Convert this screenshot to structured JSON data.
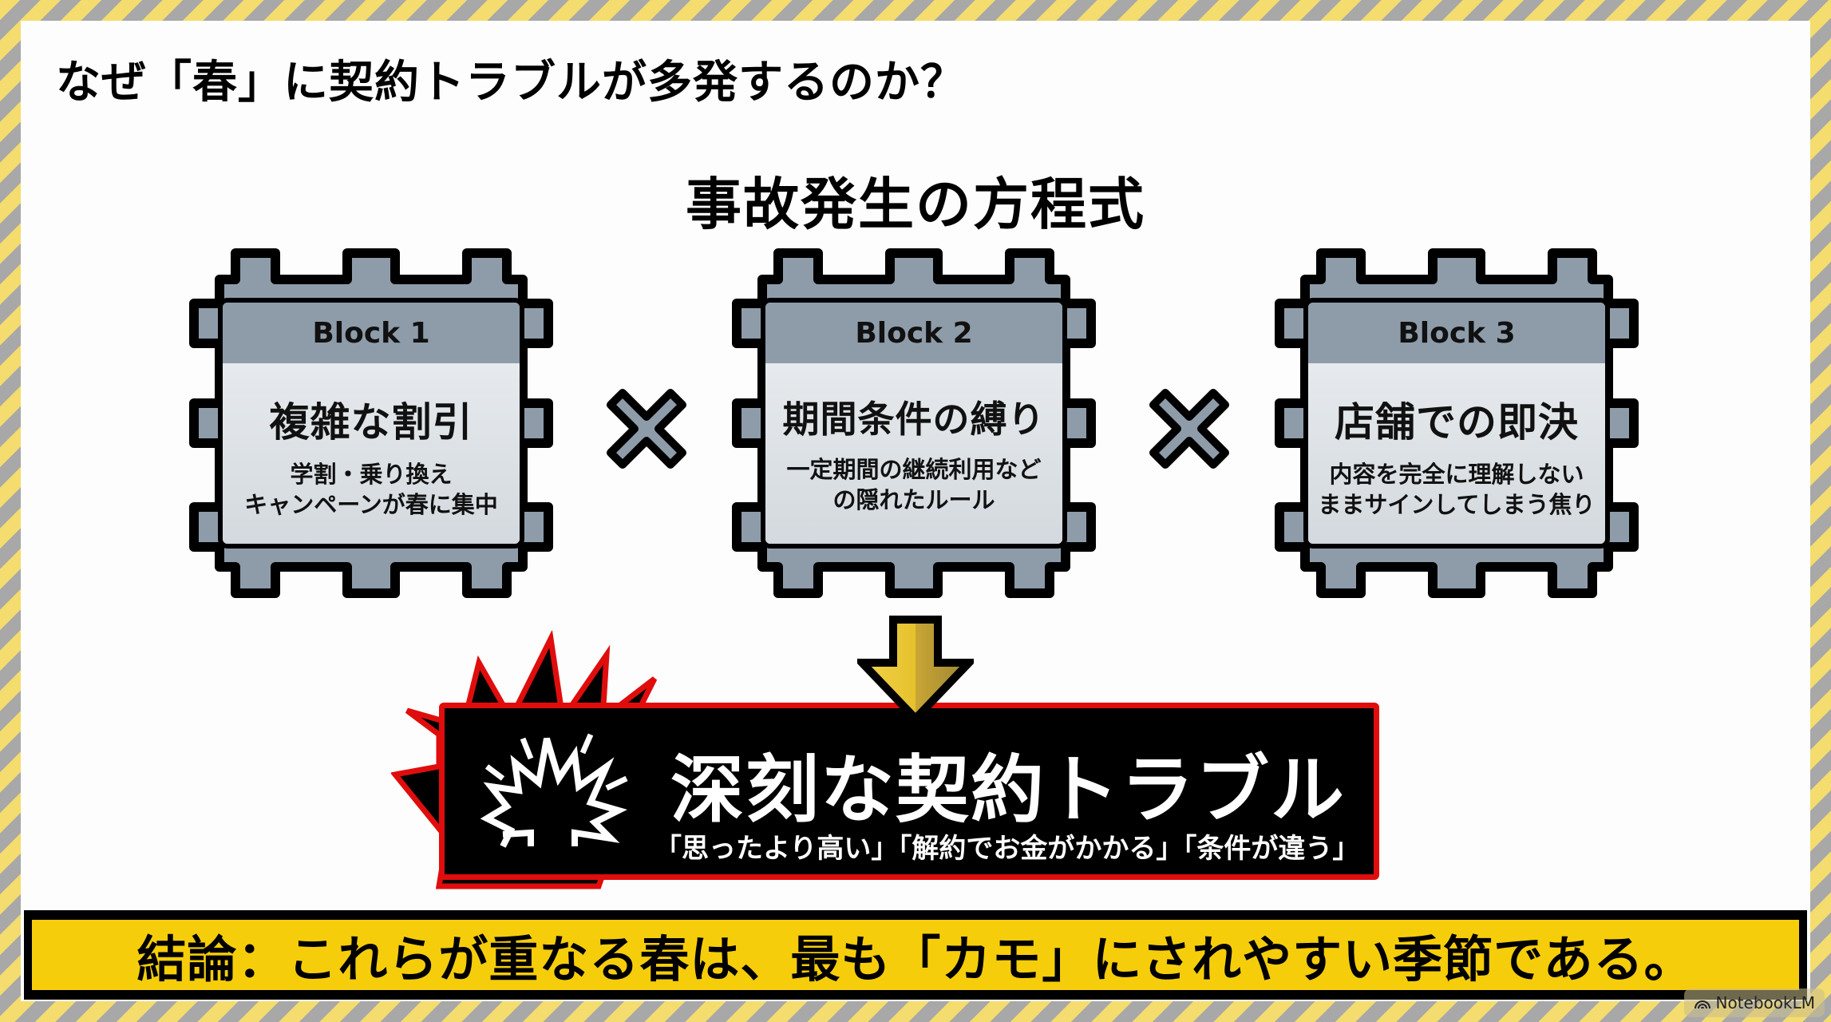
{
  "title": "なぜ「春」に契約トラブルが多発するのか？",
  "subtitle": "事故発生の方程式",
  "blocks": [
    {
      "label": "Block 1",
      "main": "複雑な割引",
      "desc": "学割・乗り換え\nキャンペーンが春に集中"
    },
    {
      "label": "Block 2",
      "main": "期間条件の縛り",
      "desc": "一定期間の継続利用など\nの隠れたルール"
    },
    {
      "label": "Block 3",
      "main": "店舗での即決",
      "desc": "内容を完全に理解しない\nままサインしてしまう焦り"
    }
  ],
  "operator": "×",
  "result": {
    "main": "深刻な契約トラブル",
    "sub": "「思ったより高い」「解約でお金がかかる」「条件が違う」"
  },
  "conclusion": "結論：これらが重なる春は、最も「カモ」にされやすい季節である。",
  "watermark": "NotebookLM",
  "colors": {
    "stripe_yellow": "#f4dc6e",
    "stripe_gray": "#a8a8a8",
    "block_gray": "#8e9caa",
    "block_light": "#dfe4e8",
    "alert_red": "#e00d0d",
    "conclusion_yellow": "#f6cd0b",
    "arrow_gold": "#d8b52a"
  }
}
